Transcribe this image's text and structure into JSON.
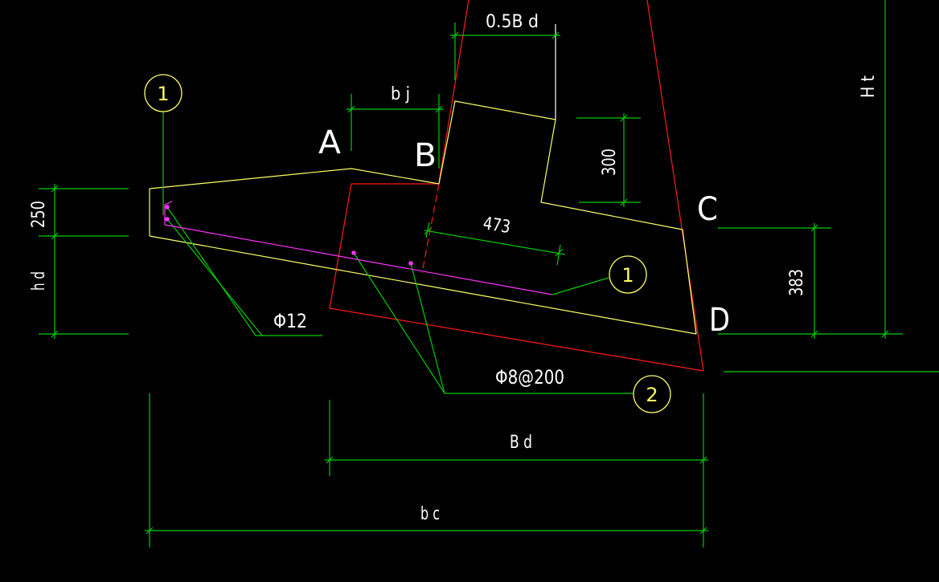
{
  "colors": {
    "background": "#000000",
    "dimension": "#00cc00",
    "structure_outline": "#ff1a1a",
    "section_outline": "#ffff66",
    "rebar": "#ff33ff",
    "text": "#ffffff",
    "callout_circle": "#ffff66"
  },
  "dimensions": {
    "half_bd": "0.5B d",
    "bj": "b j",
    "ht": "H t",
    "d300": "300",
    "d250": "250",
    "hd": "h d",
    "d473": "473",
    "d383": "383",
    "bd": "B d",
    "bc": "b c"
  },
  "points": {
    "a": "A",
    "b": "B",
    "c": "C",
    "d": "D"
  },
  "rebar": {
    "phi12": "Φ12",
    "phi8": "Φ8@200"
  },
  "callouts": {
    "c1_top": "1",
    "c1_right": "1",
    "c2": "2"
  }
}
